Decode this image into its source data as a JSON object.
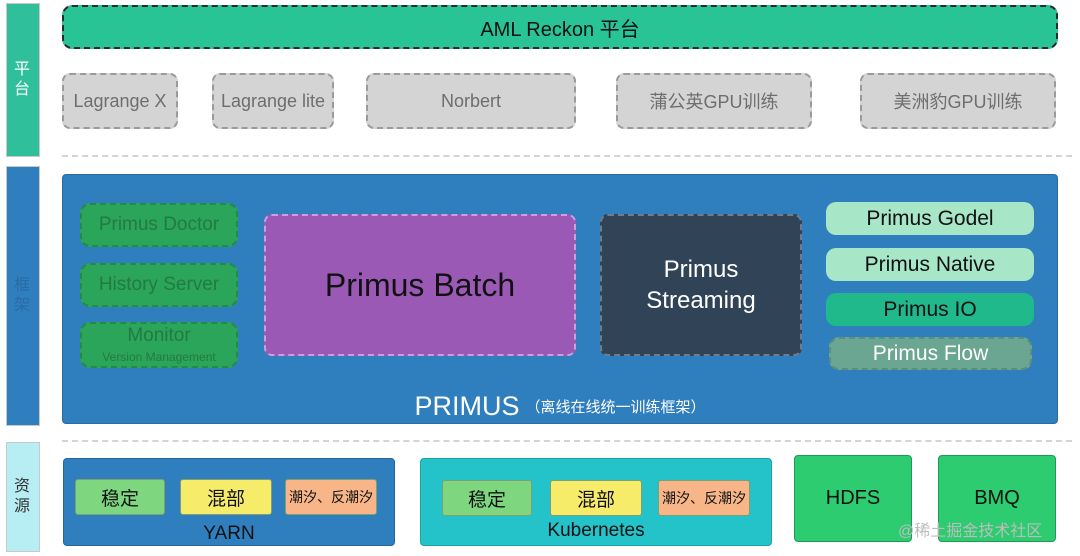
{
  "layers": {
    "platform": "平台",
    "framework": "框架",
    "resource": "资源"
  },
  "platform": {
    "title": "AML Reckon 平台",
    "tools": [
      "Lagrange X",
      "Lagrange lite",
      "Norbert",
      "蒲公英GPU训练",
      "美洲豹GPU训练"
    ]
  },
  "framework": {
    "left_tools": [
      "Primus Doctor",
      "History Server",
      "Monitor",
      "Version Management"
    ],
    "batch": "Primus Batch",
    "streaming": [
      "Primus",
      "Streaming"
    ],
    "right_tools": [
      "Primus Godel",
      "Primus Native",
      "Primus IO",
      "Primus Flow"
    ],
    "name": "PRIMUS",
    "subtitle": "（离线在线统一训练框架）"
  },
  "resource": {
    "yarn": {
      "items": [
        "稳定",
        "混部",
        "潮汐、反潮汐"
      ],
      "label": "YARN"
    },
    "kubernetes": {
      "items": [
        "稳定",
        "混部",
        "潮汐、反潮汐"
      ],
      "label": "Kubernetes"
    },
    "storage": [
      "HDFS",
      "BMQ"
    ]
  },
  "watermark": "@稀土掘金技术社区",
  "colors": {
    "platform_green": "#28c496",
    "framework_blue": "#2f7ebd",
    "batch_purple": "#9b59b6",
    "streaming_dark": "#314457",
    "kubernetes_cyan": "#23c3c9",
    "storage_green": "#2ecc71"
  }
}
